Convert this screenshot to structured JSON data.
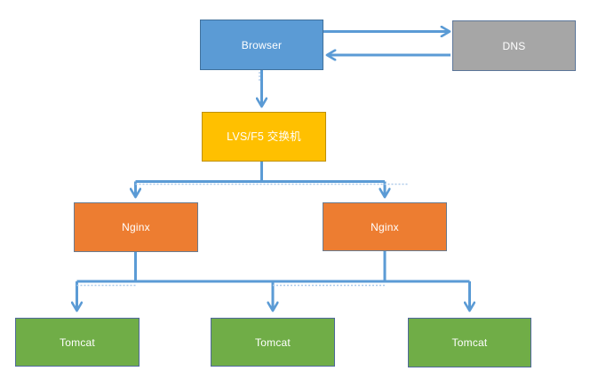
{
  "diagram": {
    "description": "Load-balanced web architecture diagram",
    "background": "#FFFFFF"
  },
  "palette": {
    "connector": "#5B9BD5",
    "connector_ghost": "#AECBEA",
    "label_text": "#FFFFFF",
    "browser": {
      "fill": "#5B9BD5",
      "border": "#41719C"
    },
    "dns": {
      "fill": "#A6A6A6",
      "border": "#5C7699"
    },
    "lvs": {
      "fill": "#FFC000",
      "border": "#BF9000"
    },
    "nginx": {
      "fill": "#ED7D31",
      "border": "#6A7B8E"
    },
    "tomcat": {
      "fill": "#70AD47",
      "border": "#50699B"
    }
  },
  "nodes": [
    {
      "id": "browser",
      "type": "browser",
      "label": "Browser"
    },
    {
      "id": "dns",
      "type": "dns",
      "label": "DNS"
    },
    {
      "id": "lvs",
      "type": "lvs",
      "label": "LVS/F5 交换机"
    },
    {
      "id": "nginx-1",
      "type": "nginx",
      "label": "Nginx"
    },
    {
      "id": "nginx-2",
      "type": "nginx",
      "label": "Nginx"
    },
    {
      "id": "tomcat-1",
      "type": "tomcat",
      "label": "Tomcat"
    },
    {
      "id": "tomcat-2",
      "type": "tomcat",
      "label": "Tomcat"
    },
    {
      "id": "tomcat-3",
      "type": "tomcat",
      "label": "Tomcat"
    }
  ],
  "edges": [
    {
      "from": "browser",
      "to": "dns",
      "arrow": "right"
    },
    {
      "from": "dns",
      "to": "browser",
      "arrow": "left"
    },
    {
      "from": "browser",
      "to": "lvs",
      "arrow": "down"
    },
    {
      "from": "lvs",
      "to": "nginx-1",
      "arrow": "down"
    },
    {
      "from": "lvs",
      "to": "nginx-2",
      "arrow": "down"
    },
    {
      "from": "nginx-1",
      "to": "tomcat-1",
      "arrow": "down"
    },
    {
      "from": "nginx-1",
      "to": "tomcat-2",
      "arrow": "down"
    },
    {
      "from": "nginx-2",
      "to": "tomcat-2",
      "arrow": "down"
    },
    {
      "from": "nginx-2",
      "to": "tomcat-3",
      "arrow": "down"
    }
  ]
}
